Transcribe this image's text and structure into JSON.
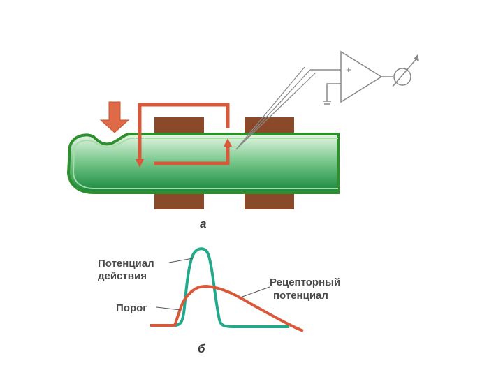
{
  "panel_a": {
    "letter": "а"
  },
  "panel_b": {
    "letter": "б",
    "labels": {
      "action_potential_line1": "Потенциал",
      "action_potential_line2": "действия",
      "threshold": "Порог",
      "receptor_potential_line1": "Рецепторный",
      "receptor_potential_line2": "потенциал"
    }
  },
  "colors": {
    "arrow": "#df6a48",
    "arrow_outline": "#b84a2c",
    "fiber_outline": "#2f8f2f",
    "fiber_fill_light": "#dff3df",
    "fiber_fill_dark": "#1b8a3c",
    "block": "#8a4a2a",
    "action_potential_curve": "#22a88a",
    "receptor_potential_curve": "#d9583a",
    "instrument": "#777777"
  },
  "amplifier": {
    "sign": "+"
  }
}
